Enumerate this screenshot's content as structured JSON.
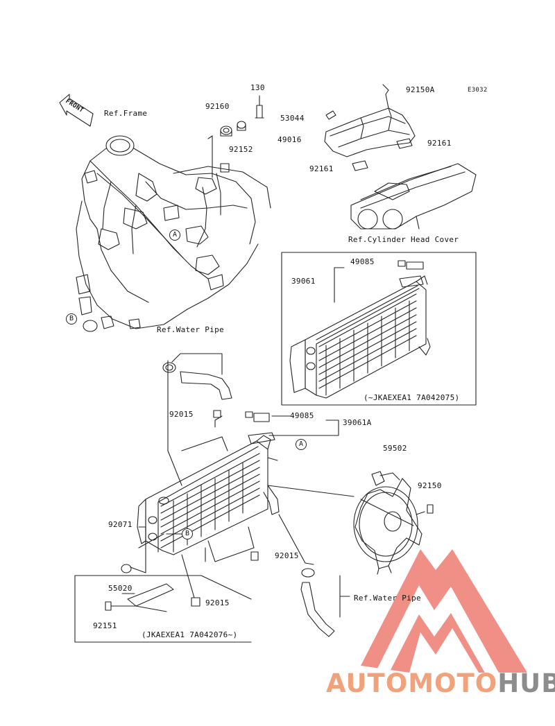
{
  "diagram_code": "E3032",
  "front_label": "FRONT",
  "parts": {
    "p130": "130",
    "p92160": "92160",
    "p92152": "92152",
    "p92150A": "92150A",
    "p53044": "53044",
    "p49016": "49016",
    "p92161a": "92161",
    "p92161b": "92161",
    "p49085a": "49085",
    "p39061": "39061",
    "p92015a": "92015",
    "p49085b": "49085",
    "p39061A": "39061A",
    "p59502": "59502",
    "p92150": "92150",
    "p92071": "92071",
    "p92015b": "92015",
    "p55020": "55020",
    "p92015c": "92015",
    "p92151": "92151"
  },
  "refs": {
    "frame": "Ref.Frame",
    "cyl_head": "Ref.Cylinder Head Cover",
    "water_pipe_top": "Ref.Water Pipe",
    "water_pipe_bottom": "Ref.Water Pipe"
  },
  "markers": {
    "a1": "A",
    "b1": "B",
    "a2": "A",
    "b2": "B"
  },
  "serials": {
    "upper_box": "(~JKAEXEA1 7A042075)",
    "lower_box": "(JKAEXEA1 7A042076~)"
  },
  "watermark": {
    "part1": "AUTO",
    "part2": "MOTO",
    "part3": "HUB",
    "color_accent": "#f2a27a",
    "color_gray": "#8c8c8c",
    "color_triangle": "#f08a80"
  }
}
